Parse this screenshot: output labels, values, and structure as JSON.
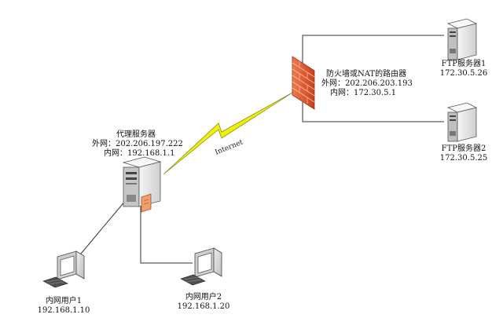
{
  "proxy_server": {
    "title": "代理服务器",
    "external_ip": "外网：202.206.197.222",
    "internal_ip": "内网：192.168.1.1"
  },
  "firewall": {
    "title": "防火墙或NAT的路由器",
    "external_ip": "外网：202.206.203.193",
    "internal_ip": "内网：172.30.5.1"
  },
  "ftp_servers": [
    {
      "name": "FTP服务器1",
      "ip": "172.30.5.26"
    },
    {
      "name": "FTP服务器2",
      "ip": "172.30.5.25"
    }
  ],
  "internal_users": [
    {
      "name": "内网用户1",
      "ip": "192.168.1.10"
    },
    {
      "name": "内网用户2",
      "ip": "192.168.1.20"
    }
  ],
  "internet_link": {
    "label": "Internet",
    "bolt_color": "#f2f200"
  },
  "colors": {
    "firewall": "#e0552c",
    "server_body": "#ededed",
    "monitor_screen": "#dadada"
  }
}
